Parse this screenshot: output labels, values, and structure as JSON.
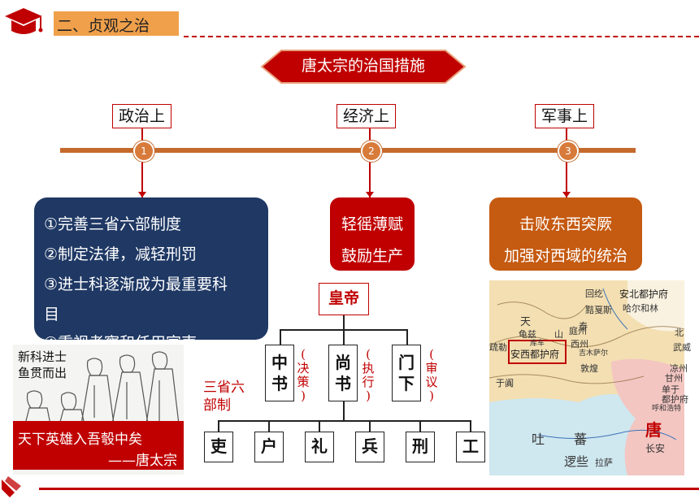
{
  "header": {
    "section_title": "二、贞观之治"
  },
  "banner": {
    "title": "唐太宗的治国措施"
  },
  "labels": {
    "politics": "政治上",
    "economy": "经济上",
    "military": "军事上"
  },
  "nodes": [
    "1",
    "2",
    "3"
  ],
  "politics_box": {
    "items": [
      "①完善三省六部制度",
      "②制定法律，减轻刑罚",
      "③进士科逐渐成为最重要科",
      "目",
      "④重视考察和任用官吏"
    ]
  },
  "economy_box": {
    "lines": [
      "轻徭薄赋",
      "鼓励生产"
    ]
  },
  "military_box": {
    "lines": [
      "击败东西突厥",
      "加强对西域的统治"
    ]
  },
  "illustration": {
    "caption_line1": "新科进士",
    "caption_line2": "鱼贯而出",
    "quote_line1": "天下英雄入吾彀中矣",
    "quote_line2": "——唐太宗"
  },
  "org_chart": {
    "emperor": "皇帝",
    "label_line1": "三省六",
    "label_line2": "部制",
    "provinces": [
      {
        "name": "中书",
        "role": "(决策)"
      },
      {
        "name": "尚书",
        "role": "(执行)"
      },
      {
        "name": "门下",
        "role": "(审议)"
      }
    ],
    "ministries": [
      "吏",
      "户",
      "礼",
      "兵",
      "刑",
      "工"
    ]
  },
  "map": {
    "protectorate_west": "安西都护府",
    "protectorate_north": "安北都护府",
    "places": [
      "哈尔和林",
      "回纥",
      "黠戛斯",
      "泰",
      "天",
      "龟兹",
      "山",
      "庭州",
      "西州",
      "吉木萨尔",
      "库车",
      "疏勒",
      "于阗",
      "敦煌",
      "吐",
      "蕃",
      "逻些",
      "拉萨",
      "唐",
      "长安",
      "单于",
      "都护府",
      "呼和浩特",
      "凉州",
      "甘州",
      "武威",
      "北"
    ]
  },
  "colors": {
    "accent": "#c00000",
    "navy": "#1f3864",
    "orange": "#c55a11",
    "title_bg": "#f0a04b"
  }
}
